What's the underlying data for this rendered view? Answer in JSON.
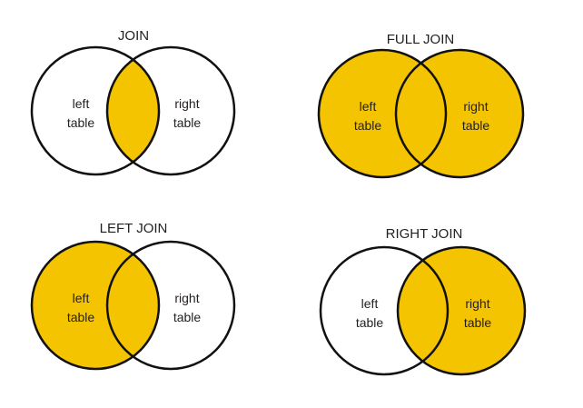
{
  "colors": {
    "fill": "#f5c400",
    "empty": "#ffffff",
    "stroke": "#111111",
    "text": "#231f20"
  },
  "diagrams": [
    {
      "key": "join",
      "title": "JOIN",
      "left_label": [
        "left",
        "table"
      ],
      "right_label": [
        "right",
        "table"
      ],
      "fill": {
        "left_only": false,
        "intersection": true,
        "right_only": false
      }
    },
    {
      "key": "full-join",
      "title": "FULL JOIN",
      "left_label": [
        "left",
        "table"
      ],
      "right_label": [
        "right",
        "table"
      ],
      "fill": {
        "left_only": true,
        "intersection": true,
        "right_only": true
      }
    },
    {
      "key": "left-join",
      "title": "LEFT JOIN",
      "left_label": [
        "left",
        "table"
      ],
      "right_label": [
        "right",
        "table"
      ],
      "fill": {
        "left_only": true,
        "intersection": true,
        "right_only": false
      }
    },
    {
      "key": "right-join",
      "title": "RIGHT JOIN",
      "left_label": [
        "left",
        "table"
      ],
      "right_label": [
        "right",
        "table"
      ],
      "fill": {
        "left_only": false,
        "intersection": true,
        "right_only": true
      }
    }
  ]
}
